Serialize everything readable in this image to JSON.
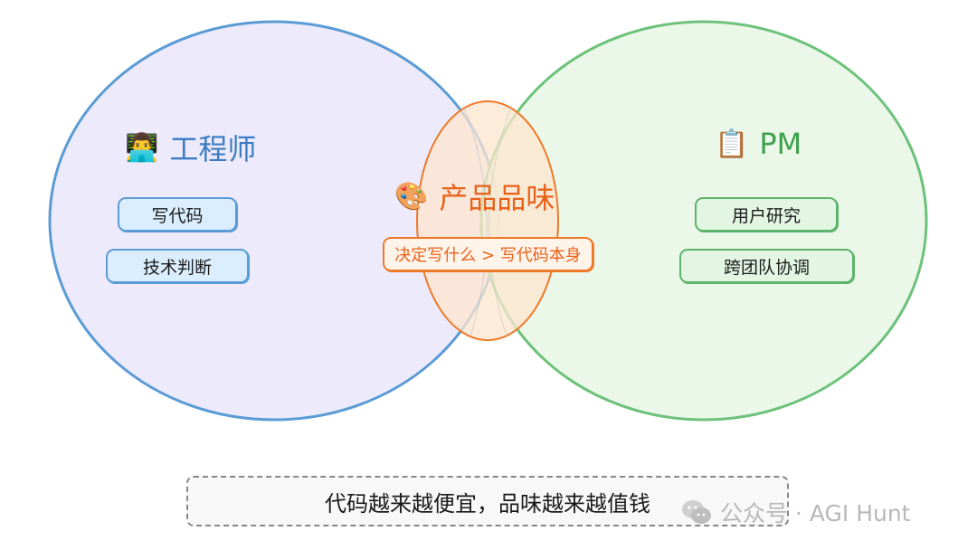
{
  "engineer": {
    "emoji": "👨‍💻",
    "title": "工程师",
    "skills": [
      "写代码",
      "技术判断"
    ],
    "color": "#5b9bd5",
    "fill": "#ebe9fb"
  },
  "pm": {
    "emoji": "📋",
    "title": "PM",
    "skills": [
      "用户研究",
      "跨团队协调"
    ],
    "color": "#6cc27a",
    "fill": "#e8f7e5"
  },
  "overlap": {
    "emoji": "🎨",
    "title": "产品品味",
    "tagline": "决定写什么 > 写代码本身",
    "color": "#ee7a2b",
    "fill": "#fde6cf"
  },
  "footer": {
    "text": "代码越来越便宜，品味越来越值钱"
  },
  "watermark": {
    "text": "公众号 · AGI Hunt",
    "icon": "wechat-icon"
  }
}
